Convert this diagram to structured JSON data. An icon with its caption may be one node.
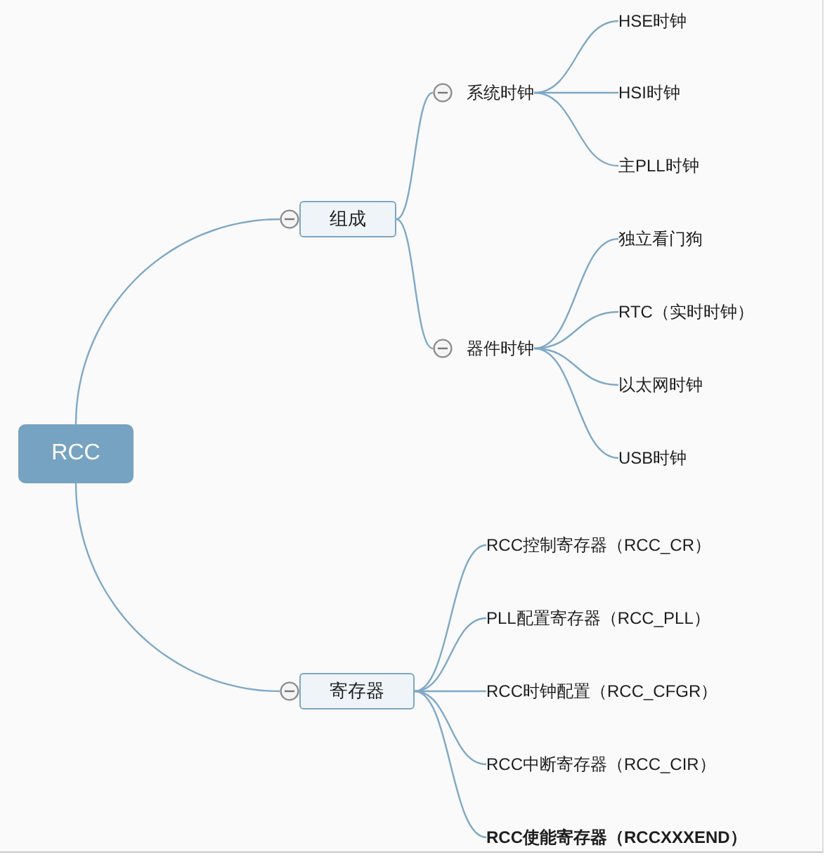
{
  "diagram": {
    "nodes": [
      {
        "text": [
          "RCC"
        ]
      },
      {
        "text": [
          "组成"
        ]
      },
      {
        "text": [
          "系统时钟"
        ]
      },
      {
        "text": [
          "HSE时钟"
        ]
      },
      {
        "text": [
          "HSI时钟"
        ]
      },
      {
        "text": [
          "主PLL时钟"
        ]
      },
      {
        "text": [
          "器件时钟"
        ]
      },
      {
        "text": [
          "独立看门狗"
        ]
      },
      {
        "text": [
          "RTC（实时时钟）"
        ]
      },
      {
        "text": [
          "以太网时钟"
        ]
      },
      {
        "text": [
          "USB时钟"
        ]
      },
      {
        "text": [
          "寄存器"
        ]
      },
      {
        "text": [
          "RCC控制寄存器（RCC_CR）"
        ]
      },
      {
        "text": [
          "PLL配置寄存器（RCC_PLL）"
        ]
      },
      {
        "text": [
          "RCC时钟配置（RCC_CFGR）"
        ]
      },
      {
        "text": [
          "RCC中断寄存器（RCC_CIR）"
        ]
      },
      {
        "text": [
          "RCC使能寄存器（RCCXXXEND）"
        ]
      }
    ],
    "edges": [
      {
        "from": 0,
        "to": 1,
        "arrow": "none"
      },
      {
        "from": 1,
        "to": 2,
        "arrow": "none"
      },
      {
        "from": 2,
        "to": 3,
        "arrow": "none"
      },
      {
        "from": 2,
        "to": 4,
        "arrow": "none"
      },
      {
        "from": 2,
        "to": 5,
        "arrow": "none"
      },
      {
        "from": 1,
        "to": 6,
        "arrow": "none"
      },
      {
        "from": 6,
        "to": 7,
        "arrow": "none"
      },
      {
        "from": 6,
        "to": 8,
        "arrow": "none"
      },
      {
        "from": 6,
        "to": 9,
        "arrow": "none"
      },
      {
        "from": 6,
        "to": 10,
        "arrow": "none"
      },
      {
        "from": 0,
        "to": 11,
        "arrow": "none"
      },
      {
        "from": 11,
        "to": 12,
        "arrow": "none"
      },
      {
        "from": 11,
        "to": 13,
        "arrow": "none"
      },
      {
        "from": 11,
        "to": 14,
        "arrow": "none"
      },
      {
        "from": 11,
        "to": 15,
        "arrow": "none"
      },
      {
        "from": 11,
        "to": 16,
        "arrow": "none"
      }
    ]
  }
}
